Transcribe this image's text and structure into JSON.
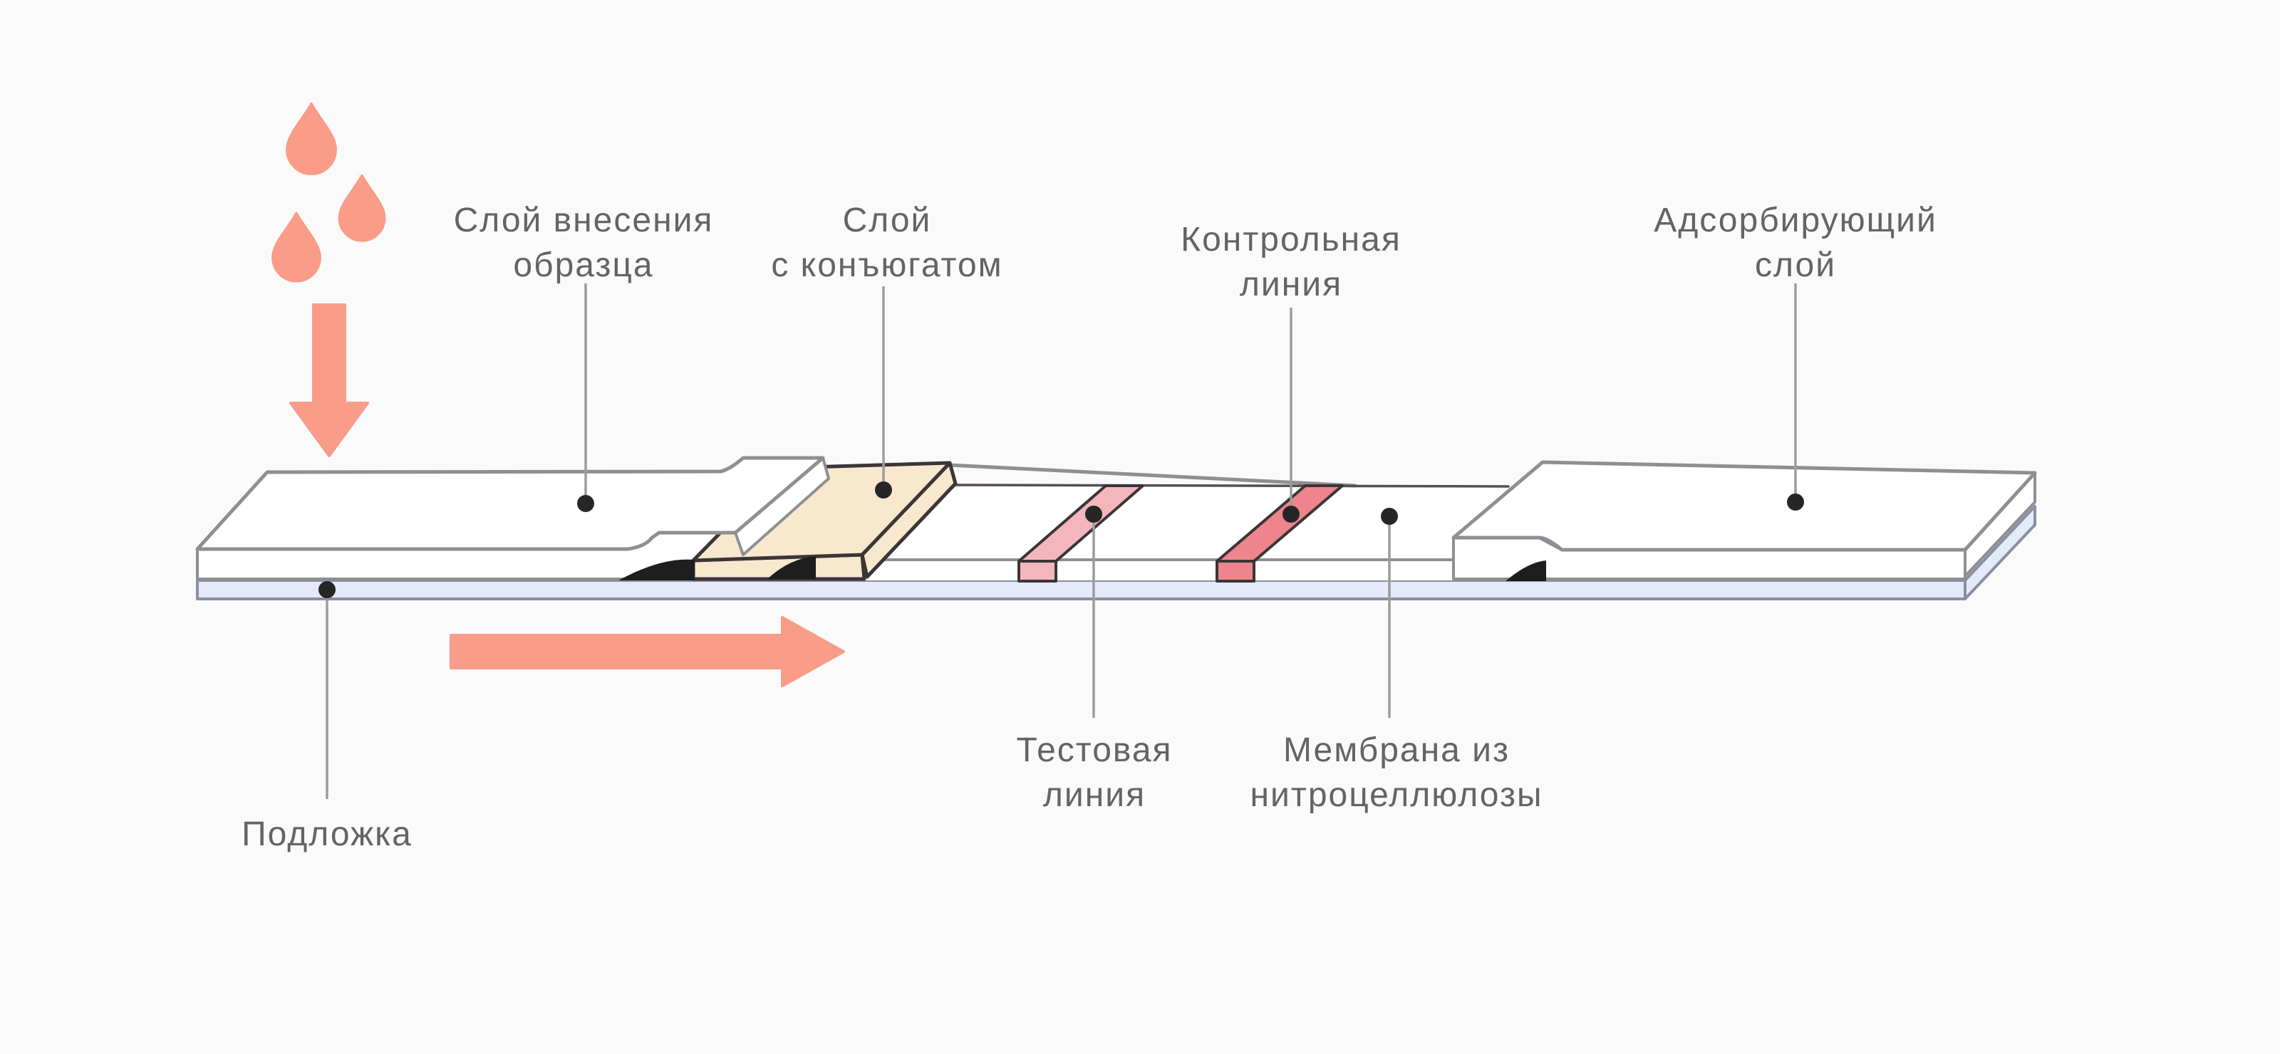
{
  "diagram": {
    "type": "lateral-flow-test-strip-schematic",
    "labels": {
      "sample_layer": {
        "lines": [
          "Слой внесения",
          "образца"
        ]
      },
      "conjugate_layer": {
        "lines": [
          "Слой",
          "с конъюгатом"
        ]
      },
      "control_line": {
        "lines": [
          "Контрольная",
          "линия"
        ]
      },
      "absorbent_layer": {
        "lines": [
          "Адсорбирующий",
          "слой"
        ]
      },
      "test_line": {
        "lines": [
          "Тестовая",
          "линия"
        ]
      },
      "membrane": {
        "lines": [
          "Мембрана из",
          "нитроцеллюлозы"
        ]
      },
      "backing": {
        "lines": [
          "Подложка"
        ]
      }
    },
    "icons": [
      "droplet-icon",
      "arrow-down-icon",
      "flow-arrow-right-icon"
    ]
  },
  "colors": {
    "background": "#FAFAFA",
    "accent": "#F99D89",
    "pad_outline": "#8F8F93",
    "dark_outline": "#3B3537",
    "beige": "#F8E8CD",
    "test_pink": "#F4B6BD",
    "control_red": "#EE858C",
    "backing_fill": "#E6E9F8",
    "backing_stroke": "#8A90A2",
    "label_text": "#646466",
    "leader": "#9C9C9C",
    "dot": "#262626",
    "pad_fill": "#FFFFFF",
    "wedge": "#1E1E1E"
  }
}
